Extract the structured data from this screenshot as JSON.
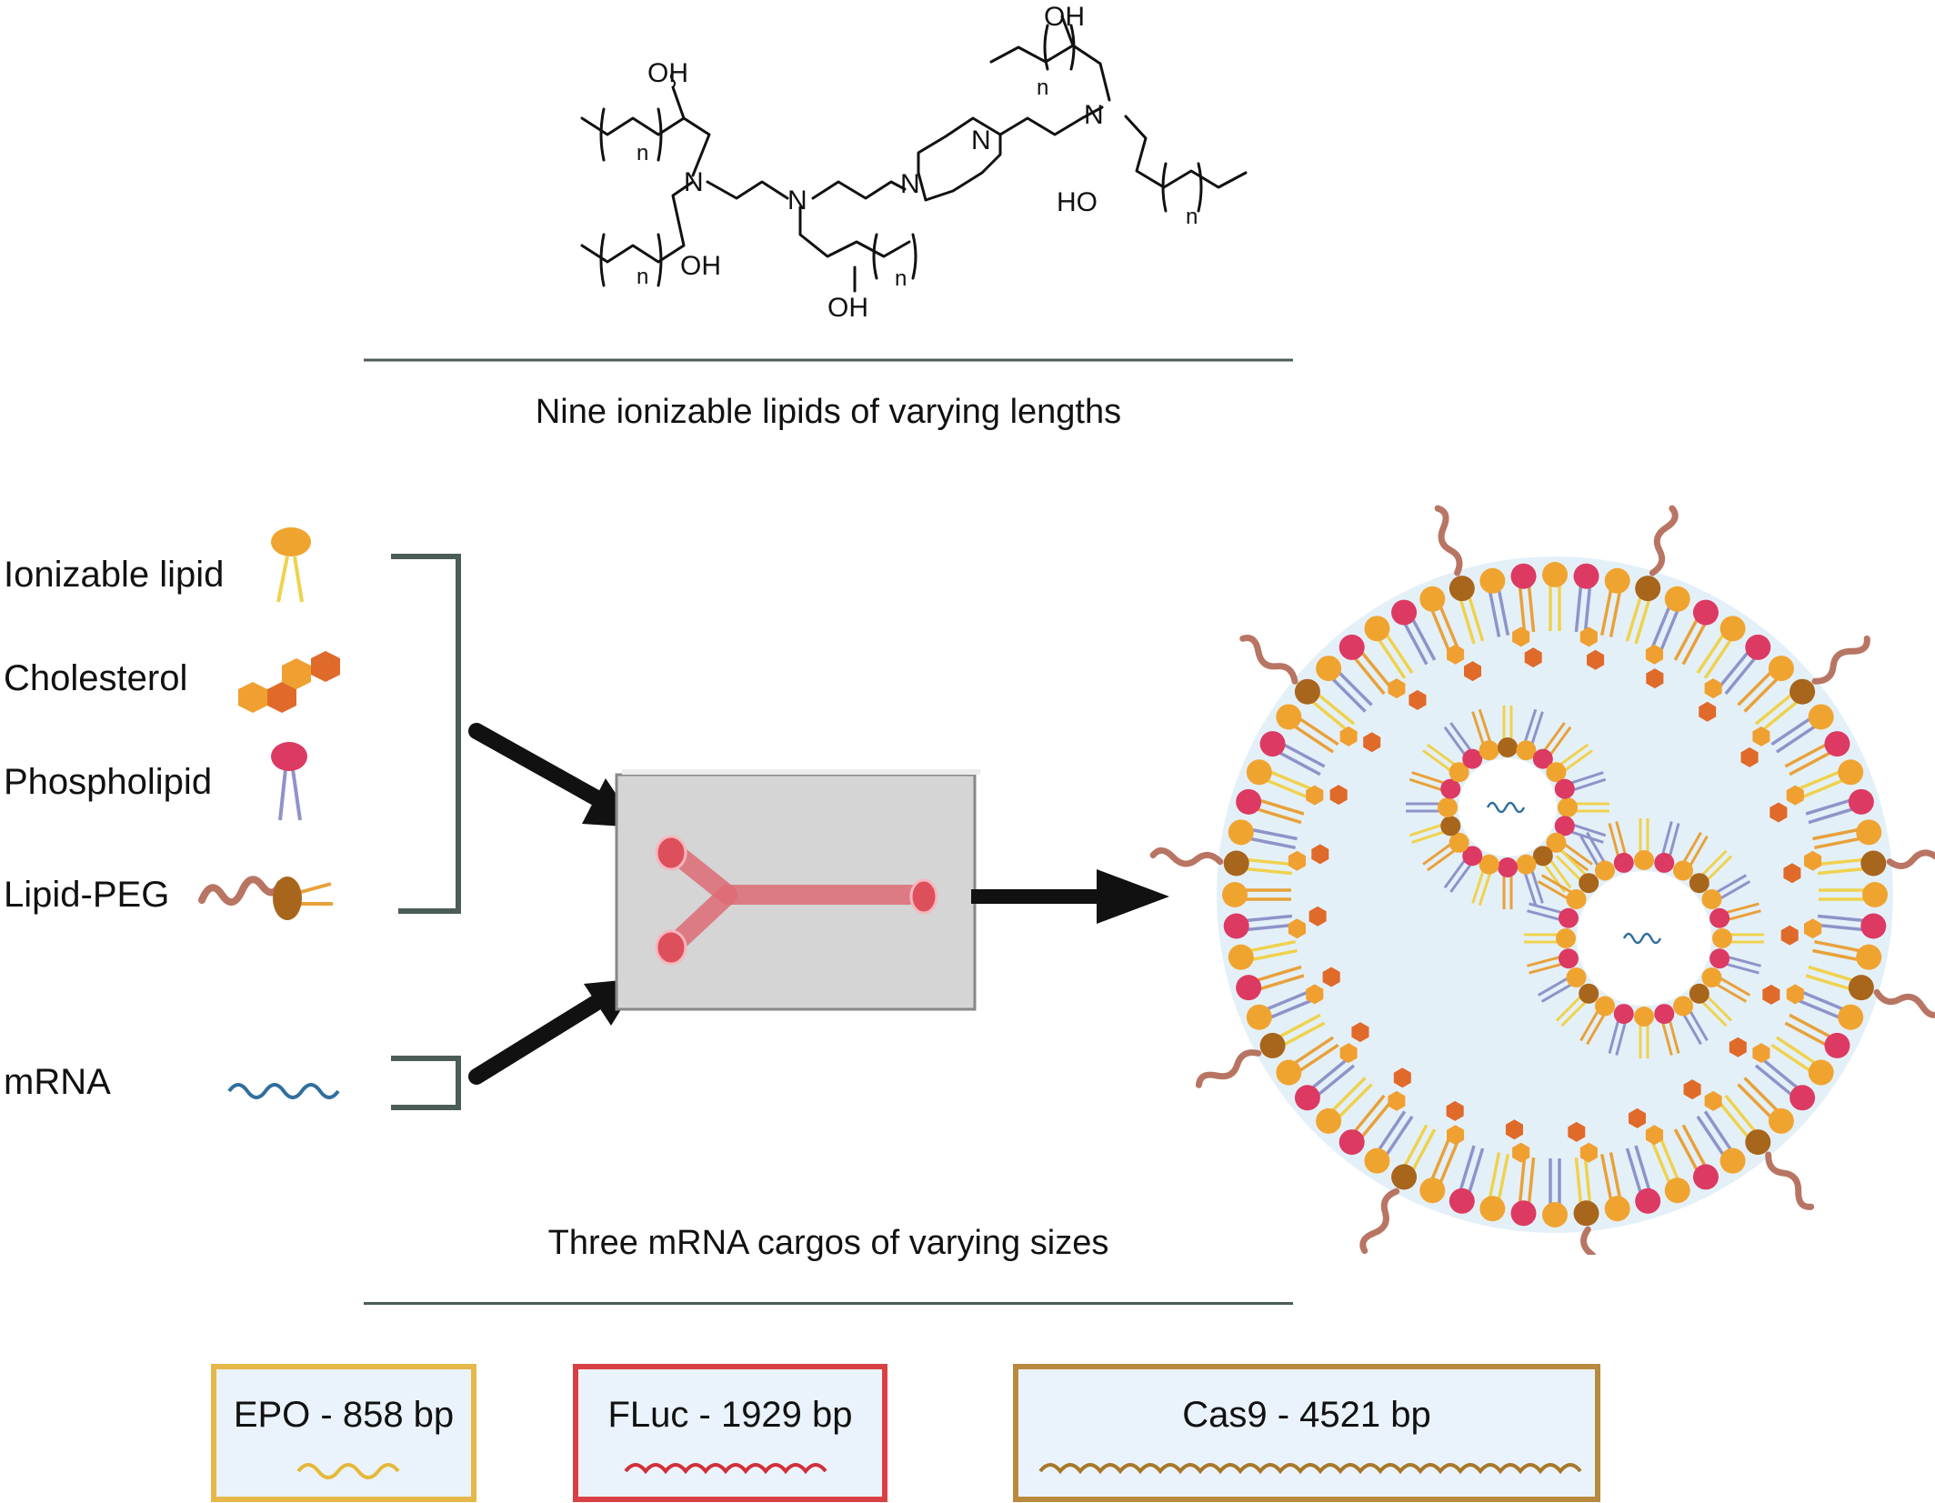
{
  "structure": {
    "atoms": {
      "oh_top_left": "OH",
      "oh_top_right": "OH",
      "oh_lower_left": "OH",
      "oh_bottom_mid": "OH",
      "ho_right": "HO",
      "n1": "N",
      "n2": "N",
      "n3": "N",
      "n4": "N",
      "n5": "N",
      "sub_n": "n"
    },
    "caption": "Nine ionizable lipids of varying lengths"
  },
  "components": {
    "items": [
      {
        "label": "Ionizable lipid",
        "icon": "ionizable-lipid-icon"
      },
      {
        "label": "Cholesterol",
        "icon": "cholesterol-icon"
      },
      {
        "label": "Phospholipid",
        "icon": "phospholipid-icon"
      },
      {
        "label": "Lipid-PEG",
        "icon": "lipid-peg-icon"
      }
    ],
    "mrna": {
      "label": "mRNA",
      "icon": "mrna-wave-icon"
    }
  },
  "device": {
    "icon": "microfluidic-chip-icon"
  },
  "result": {
    "icon": "lipid-nanoparticle-icon"
  },
  "cargo": {
    "caption": "Three mRNA cargos of varying sizes",
    "items": [
      {
        "label": "EPO - 858 bp",
        "color": "#e6b84a",
        "wave_color": "#e5b938"
      },
      {
        "label": "FLuc - 1929 bp",
        "color": "#d94044",
        "wave_color": "#d22f3a"
      },
      {
        "label": "Cas9 - 4521 bp",
        "color": "#b88a3e",
        "wave_color": "#a8782a"
      }
    ]
  },
  "colors": {
    "ionizable": "#f0a430",
    "cholesterol_a": "#f0a030",
    "cholesterol_b": "#e06a2a",
    "phospholipid": "#dc3a63",
    "peg_head": "#a8651c",
    "peg_tail": "#b87563",
    "lipid_tail_yellow": "#efd24e",
    "lipid_tail_purple": "#8f93c9",
    "lipid_tail_orange": "#e8a13a",
    "mrna": "#2f6f9e",
    "bracket": "#4b5d55",
    "chip": "#d5d5d5",
    "channel": "#de6b75",
    "core": "#e4f0f8"
  }
}
